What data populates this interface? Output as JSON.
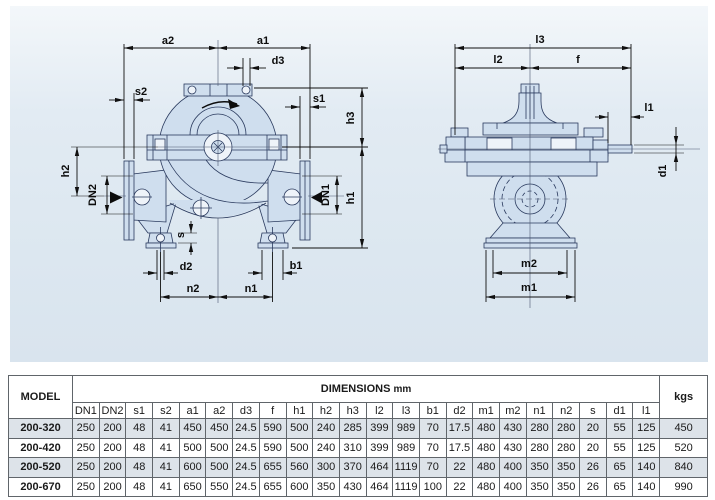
{
  "colors": {
    "panel_top": "#f3f7fa",
    "panel_bottom": "#d9e4ee",
    "pump_fill": "#cfdeee",
    "pump_line": "#2a3a5e",
    "dimension_line": "#101010",
    "table_border": "#60656a",
    "row_shade": "#dde3e9"
  },
  "labels": {
    "a2": "a2",
    "a1": "a1",
    "d3": "d3",
    "s2": "s2",
    "s1": "s1",
    "h3": "h3",
    "h2": "h2",
    "dn2": "DN2",
    "dn1": "DN1",
    "h1": "h1",
    "s": "s",
    "d2": "d2",
    "b1": "b1",
    "n2": "n2",
    "n1": "n1",
    "l3": "l3",
    "l2": "l2",
    "f": "f",
    "l1": "l1",
    "d1": "d1",
    "m2": "m2",
    "m1": "m1"
  },
  "table": {
    "model_header": "MODEL",
    "dimensions_header": "DIMENSIONS",
    "dimensions_unit": "mm",
    "weight_header": "kgs",
    "columns": [
      "DN1",
      "DN2",
      "s1",
      "s2",
      "a1",
      "a2",
      "d3",
      "f",
      "h1",
      "h2",
      "h3",
      "l2",
      "l3",
      "b1",
      "d2",
      "m1",
      "m2",
      "n1",
      "n2",
      "s",
      "d1",
      "l1"
    ],
    "rows": [
      {
        "model": "200-320",
        "values": [
          "250",
          "200",
          "48",
          "41",
          "450",
          "450",
          "24.5",
          "590",
          "500",
          "240",
          "285",
          "399",
          "989",
          "70",
          "17.5",
          "480",
          "430",
          "280",
          "280",
          "20",
          "55",
          "125"
        ],
        "kgs": "450",
        "shaded": true
      },
      {
        "model": "200-420",
        "values": [
          "250",
          "200",
          "48",
          "41",
          "500",
          "500",
          "24.5",
          "590",
          "500",
          "240",
          "310",
          "399",
          "989",
          "70",
          "17.5",
          "480",
          "430",
          "280",
          "280",
          "20",
          "55",
          "125"
        ],
        "kgs": "520",
        "shaded": false
      },
      {
        "model": "200-520",
        "values": [
          "250",
          "200",
          "48",
          "41",
          "600",
          "500",
          "24.5",
          "655",
          "560",
          "300",
          "370",
          "464",
          "1119",
          "70",
          "22",
          "480",
          "400",
          "350",
          "350",
          "26",
          "65",
          "140"
        ],
        "kgs": "840",
        "shaded": true
      },
      {
        "model": "200-670",
        "values": [
          "250",
          "200",
          "48",
          "41",
          "650",
          "550",
          "24.5",
          "655",
          "600",
          "350",
          "430",
          "464",
          "1119",
          "100",
          "22",
          "480",
          "400",
          "350",
          "350",
          "26",
          "65",
          "140"
        ],
        "kgs": "990",
        "shaded": false
      }
    ]
  }
}
